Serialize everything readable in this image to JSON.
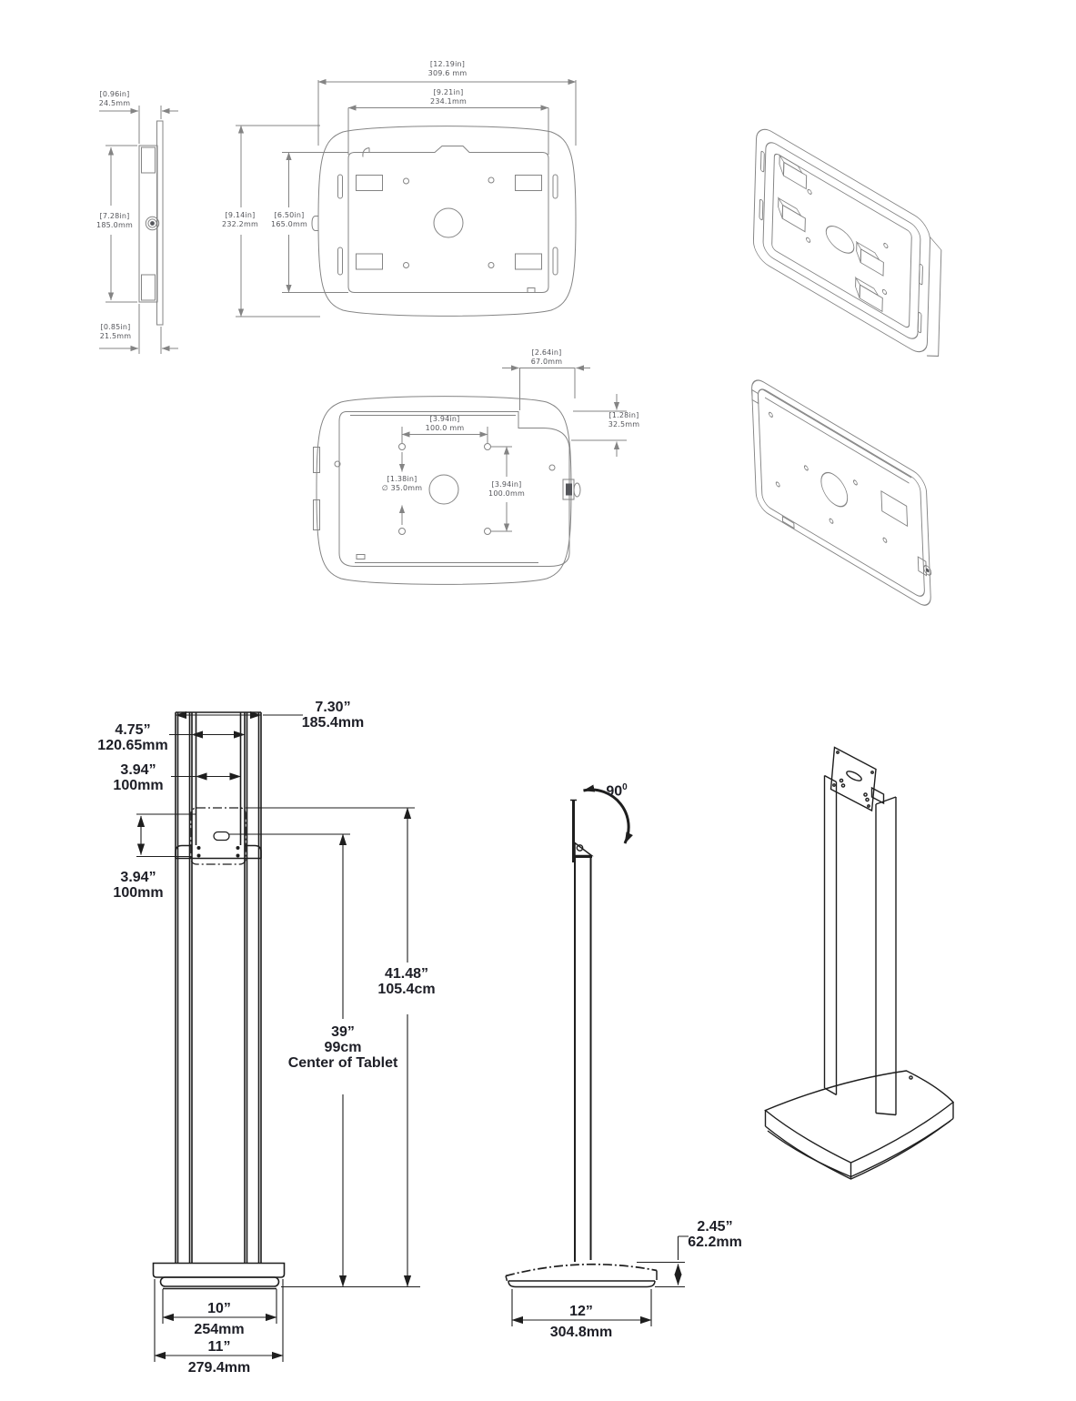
{
  "colors": {
    "cad_line": "#848484",
    "cad_text": "#55565b",
    "stand_line": "#1e1e1e",
    "stand_text": "#1d1e26",
    "background": "#ffffff"
  },
  "enclosure": {
    "side_view": {
      "dim_depth_top": {
        "in": "[0.96in]",
        "mm": "24.5mm"
      },
      "dim_height": {
        "in": "[7.28in]",
        "mm": "185.0mm"
      },
      "dim_depth_bottom": {
        "in": "[0.85in]",
        "mm": "21.5mm"
      }
    },
    "front_view": {
      "dim_width_outer": {
        "in": "[12.19in]",
        "mm": "309.6 mm"
      },
      "dim_width_inner": {
        "in": "[9.21in]",
        "mm": "234.1mm"
      },
      "dim_height_outer": {
        "in": "[9.14in]",
        "mm": "232.2mm"
      },
      "dim_height_inner": {
        "in": "[6.50in]",
        "mm": "165.0mm"
      }
    },
    "back_view": {
      "dim_corner_offset": {
        "in": "[2.64in]",
        "mm": "67.0mm"
      },
      "dim_top_offset": {
        "in": "[1.28in]",
        "mm": "32.5mm"
      },
      "dim_vesa_width": {
        "in": "[3.94in]",
        "mm": "100.0 mm"
      },
      "dim_hole_diameter": {
        "in": "[1.38in]",
        "mm": "∅ 35.0mm"
      },
      "dim_vesa_height": {
        "in": "[3.94in]",
        "mm": "100.0mm"
      }
    }
  },
  "stand": {
    "front_view": {
      "dim_head_width": {
        "line1": "7.30”",
        "line2": "185.4mm"
      },
      "dim_plate_width": {
        "line1": "4.75”",
        "line2": "120.65mm"
      },
      "dim_vesa_width": {
        "line1": "3.94”",
        "line2": "100mm"
      },
      "dim_vesa_height": {
        "line1": "3.94”",
        "line2": "100mm"
      },
      "dim_total_height": {
        "line1": "41.48”",
        "line2": "105.4cm"
      },
      "dim_tablet_center_height": {
        "line1": "39”",
        "line2": "99cm",
        "line3": "Center of Tablet"
      },
      "dim_base_top_width": {
        "line1": "10”",
        "line2": "254mm"
      },
      "dim_base_width": {
        "line1": "11”",
        "line2": "279.4mm"
      }
    },
    "side_view": {
      "dim_tilt_angle": {
        "value": "90",
        "sup": "0"
      },
      "dim_base_height": {
        "line1": "2.45”",
        "line2": "62.2mm"
      },
      "dim_base_depth": {
        "line1": "12”",
        "line2": "304.8mm"
      }
    }
  }
}
